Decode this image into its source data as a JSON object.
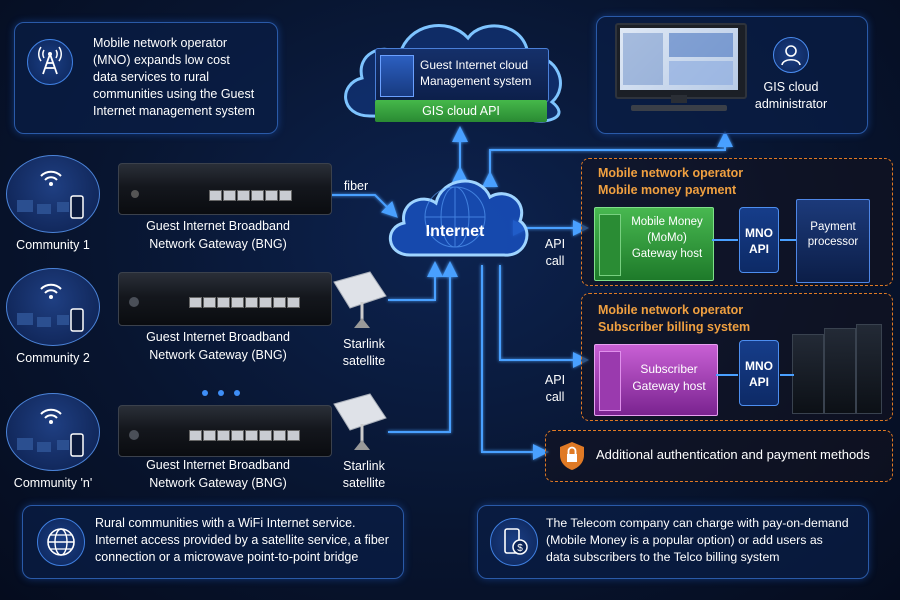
{
  "colors": {
    "accent": "#3e8ef7",
    "orange": "#e07a25",
    "green": "#37a845",
    "magenta": "#b03fc0",
    "background": "#081530"
  },
  "top_left_panel": {
    "icon": "cell-tower-icon",
    "lines": [
      "Mobile network operator",
      "(MNO) expands low cost",
      "data services to rural",
      "communities using the Guest",
      "Internet management system"
    ]
  },
  "cloud_mgmt": {
    "title_lines": [
      "Guest Internet cloud",
      "Management system"
    ],
    "api_label": "GIS cloud API"
  },
  "gis_admin": {
    "icon": "user-icon",
    "lines": [
      "GIS cloud",
      "administrator"
    ]
  },
  "internet_label": "Internet",
  "fiber_label": "fiber",
  "api_call_1": [
    "API",
    "call"
  ],
  "api_call_2": [
    "API",
    "call"
  ],
  "communities": [
    {
      "label": "Community 1"
    },
    {
      "label": "Community 2"
    },
    {
      "label": "Community 'n'"
    }
  ],
  "gateways": [
    {
      "lines": [
        "Guest Internet Broadband",
        "Network Gateway (BNG)"
      ]
    },
    {
      "lines": [
        "Guest Internet Broadband",
        "Network Gateway (BNG)"
      ]
    },
    {
      "lines": [
        "Guest Internet Broadband",
        "Network Gateway (BNG)"
      ]
    }
  ],
  "starlink": [
    {
      "lines": [
        "Starlink",
        "satellite"
      ]
    },
    {
      "lines": [
        "Starlink",
        "satellite"
      ]
    }
  ],
  "mobile_money_box": {
    "title_lines": [
      "Mobile network operator",
      "Mobile money payment"
    ],
    "host_lines": [
      "Mobile Money",
      "(MoMo)",
      "Gateway host"
    ],
    "mno_api": [
      "MNO",
      "API"
    ],
    "processor_lines": [
      "Payment",
      "processor"
    ]
  },
  "billing_box": {
    "title_lines": [
      "Mobile network operator",
      "Subscriber billing system"
    ],
    "host_lines": [
      "Subscriber",
      "Gateway host"
    ],
    "mno_api": [
      "MNO",
      "API"
    ]
  },
  "auth_box": {
    "icon": "shield-lock-icon",
    "text": "Additional authentication and payment methods"
  },
  "bottom_left_panel": {
    "icon": "globe-icon",
    "lines": [
      "Rural communities with a WiFi Internet service.",
      "Internet access provided by a satellite service, a fiber",
      "connection or a microwave point-to-point bridge"
    ]
  },
  "bottom_right_panel": {
    "icon": "mobile-payment-icon",
    "lines": [
      "The Telecom company can charge with pay-on-demand",
      "(Mobile Money is a popular option) or add users as",
      "data subscribers to the Telco billing system"
    ]
  }
}
